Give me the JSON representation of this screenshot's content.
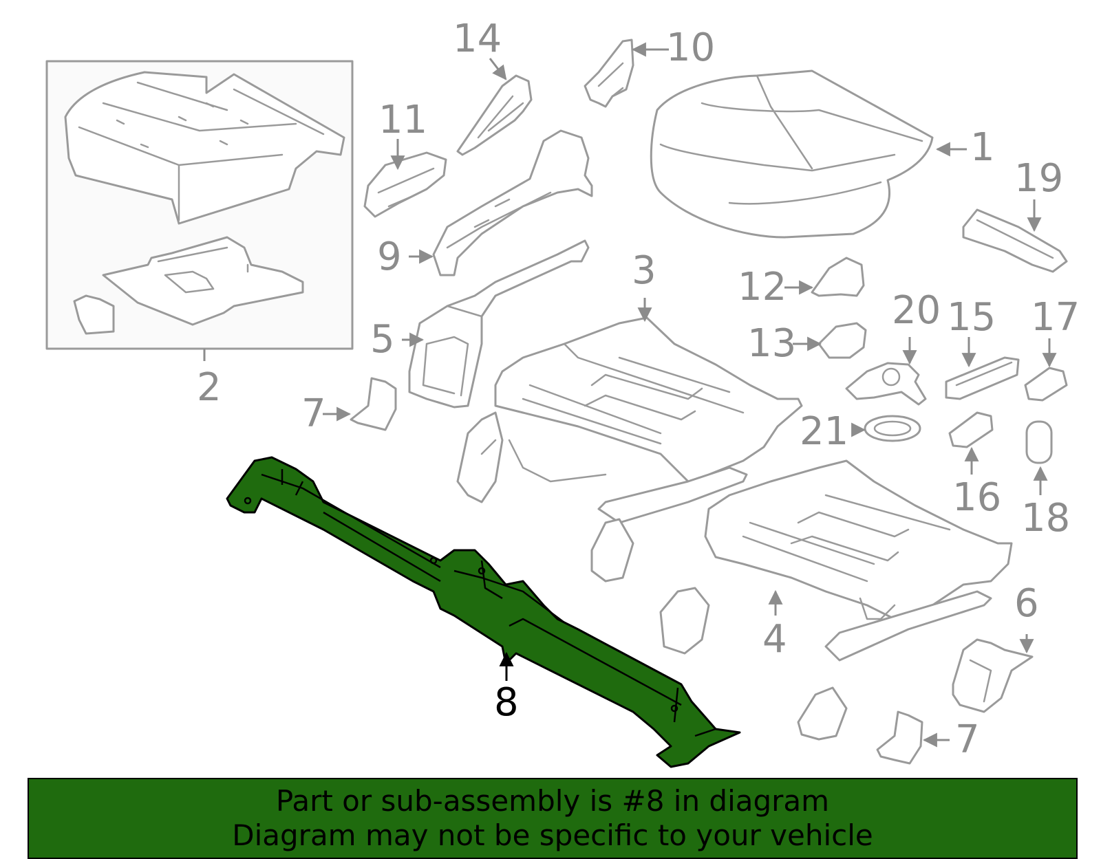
{
  "colors": {
    "highlight": "#1f6b0e",
    "line_gray": "#9a9a9a",
    "banner_bg": "#1f6b0e",
    "text_black": "#000000"
  },
  "diagram": {
    "highlighted_part": "8",
    "callouts": [
      {
        "id": "c1",
        "label": "1"
      },
      {
        "id": "c2",
        "label": "2"
      },
      {
        "id": "c3",
        "label": "3"
      },
      {
        "id": "c4",
        "label": "4"
      },
      {
        "id": "c5",
        "label": "5"
      },
      {
        "id": "c6",
        "label": "6"
      },
      {
        "id": "c7a",
        "label": "7"
      },
      {
        "id": "c7b",
        "label": "7"
      },
      {
        "id": "c8",
        "label": "8"
      },
      {
        "id": "c9",
        "label": "9"
      },
      {
        "id": "c10",
        "label": "10"
      },
      {
        "id": "c11",
        "label": "11"
      },
      {
        "id": "c12",
        "label": "12"
      },
      {
        "id": "c13",
        "label": "13"
      },
      {
        "id": "c14",
        "label": "14"
      },
      {
        "id": "c15",
        "label": "15"
      },
      {
        "id": "c16",
        "label": "16"
      },
      {
        "id": "c17",
        "label": "17"
      },
      {
        "id": "c18",
        "label": "18"
      },
      {
        "id": "c19",
        "label": "19"
      },
      {
        "id": "c20",
        "label": "20"
      },
      {
        "id": "c21",
        "label": "21"
      }
    ]
  },
  "banner": {
    "line1": "Part or sub-assembly is #8 in diagram",
    "line2": "Diagram may not be specific to your vehicle"
  }
}
